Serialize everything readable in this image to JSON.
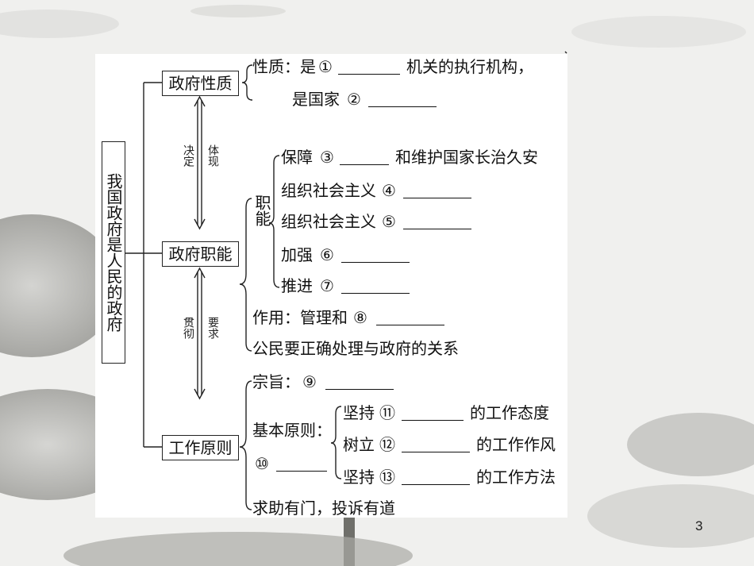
{
  "page_number": "3",
  "diagram": {
    "root": "我国政府是人民的政府",
    "nodes": {
      "nature": "政府性质",
      "function": "政府职能",
      "principle": "工作原则"
    },
    "link_labels": {
      "decide": "决定",
      "embody": "体现",
      "implement": "贯彻",
      "require": "要求"
    },
    "nature_items": {
      "line1_pre": "性质：是",
      "line1_num": "①",
      "line1_post": "机关的执行机构，",
      "line2_pre": "是国家",
      "line2_num": "②"
    },
    "function_items": {
      "group_label": "职能",
      "items": [
        {
          "pre": "保障",
          "num": "③",
          "post": "和维护国家长治久安"
        },
        {
          "pre": "组织社会主义",
          "num": "④",
          "post": ""
        },
        {
          "pre": "组织社会主义",
          "num": "⑤",
          "post": ""
        },
        {
          "pre": "加强",
          "num": "⑥",
          "post": ""
        },
        {
          "pre": "推进",
          "num": "⑦",
          "post": ""
        }
      ],
      "role_pre": "作用：管理和",
      "role_num": "⑧",
      "citizen": "公民要正确处理与政府的关系"
    },
    "principle_items": {
      "purpose_pre": "宗旨：",
      "purpose_num": "⑨",
      "basic_label": "基本原则：",
      "basic_num": "⑩",
      "basic_items": [
        {
          "pre": "坚持",
          "num": "⑪",
          "post": "的工作态度"
        },
        {
          "pre": "树立",
          "num": "⑫",
          "post": "的工作作风"
        },
        {
          "pre": "坚持",
          "num": "⑬",
          "post": "的工作方法"
        }
      ],
      "help": "求助有门，投诉有道"
    }
  }
}
